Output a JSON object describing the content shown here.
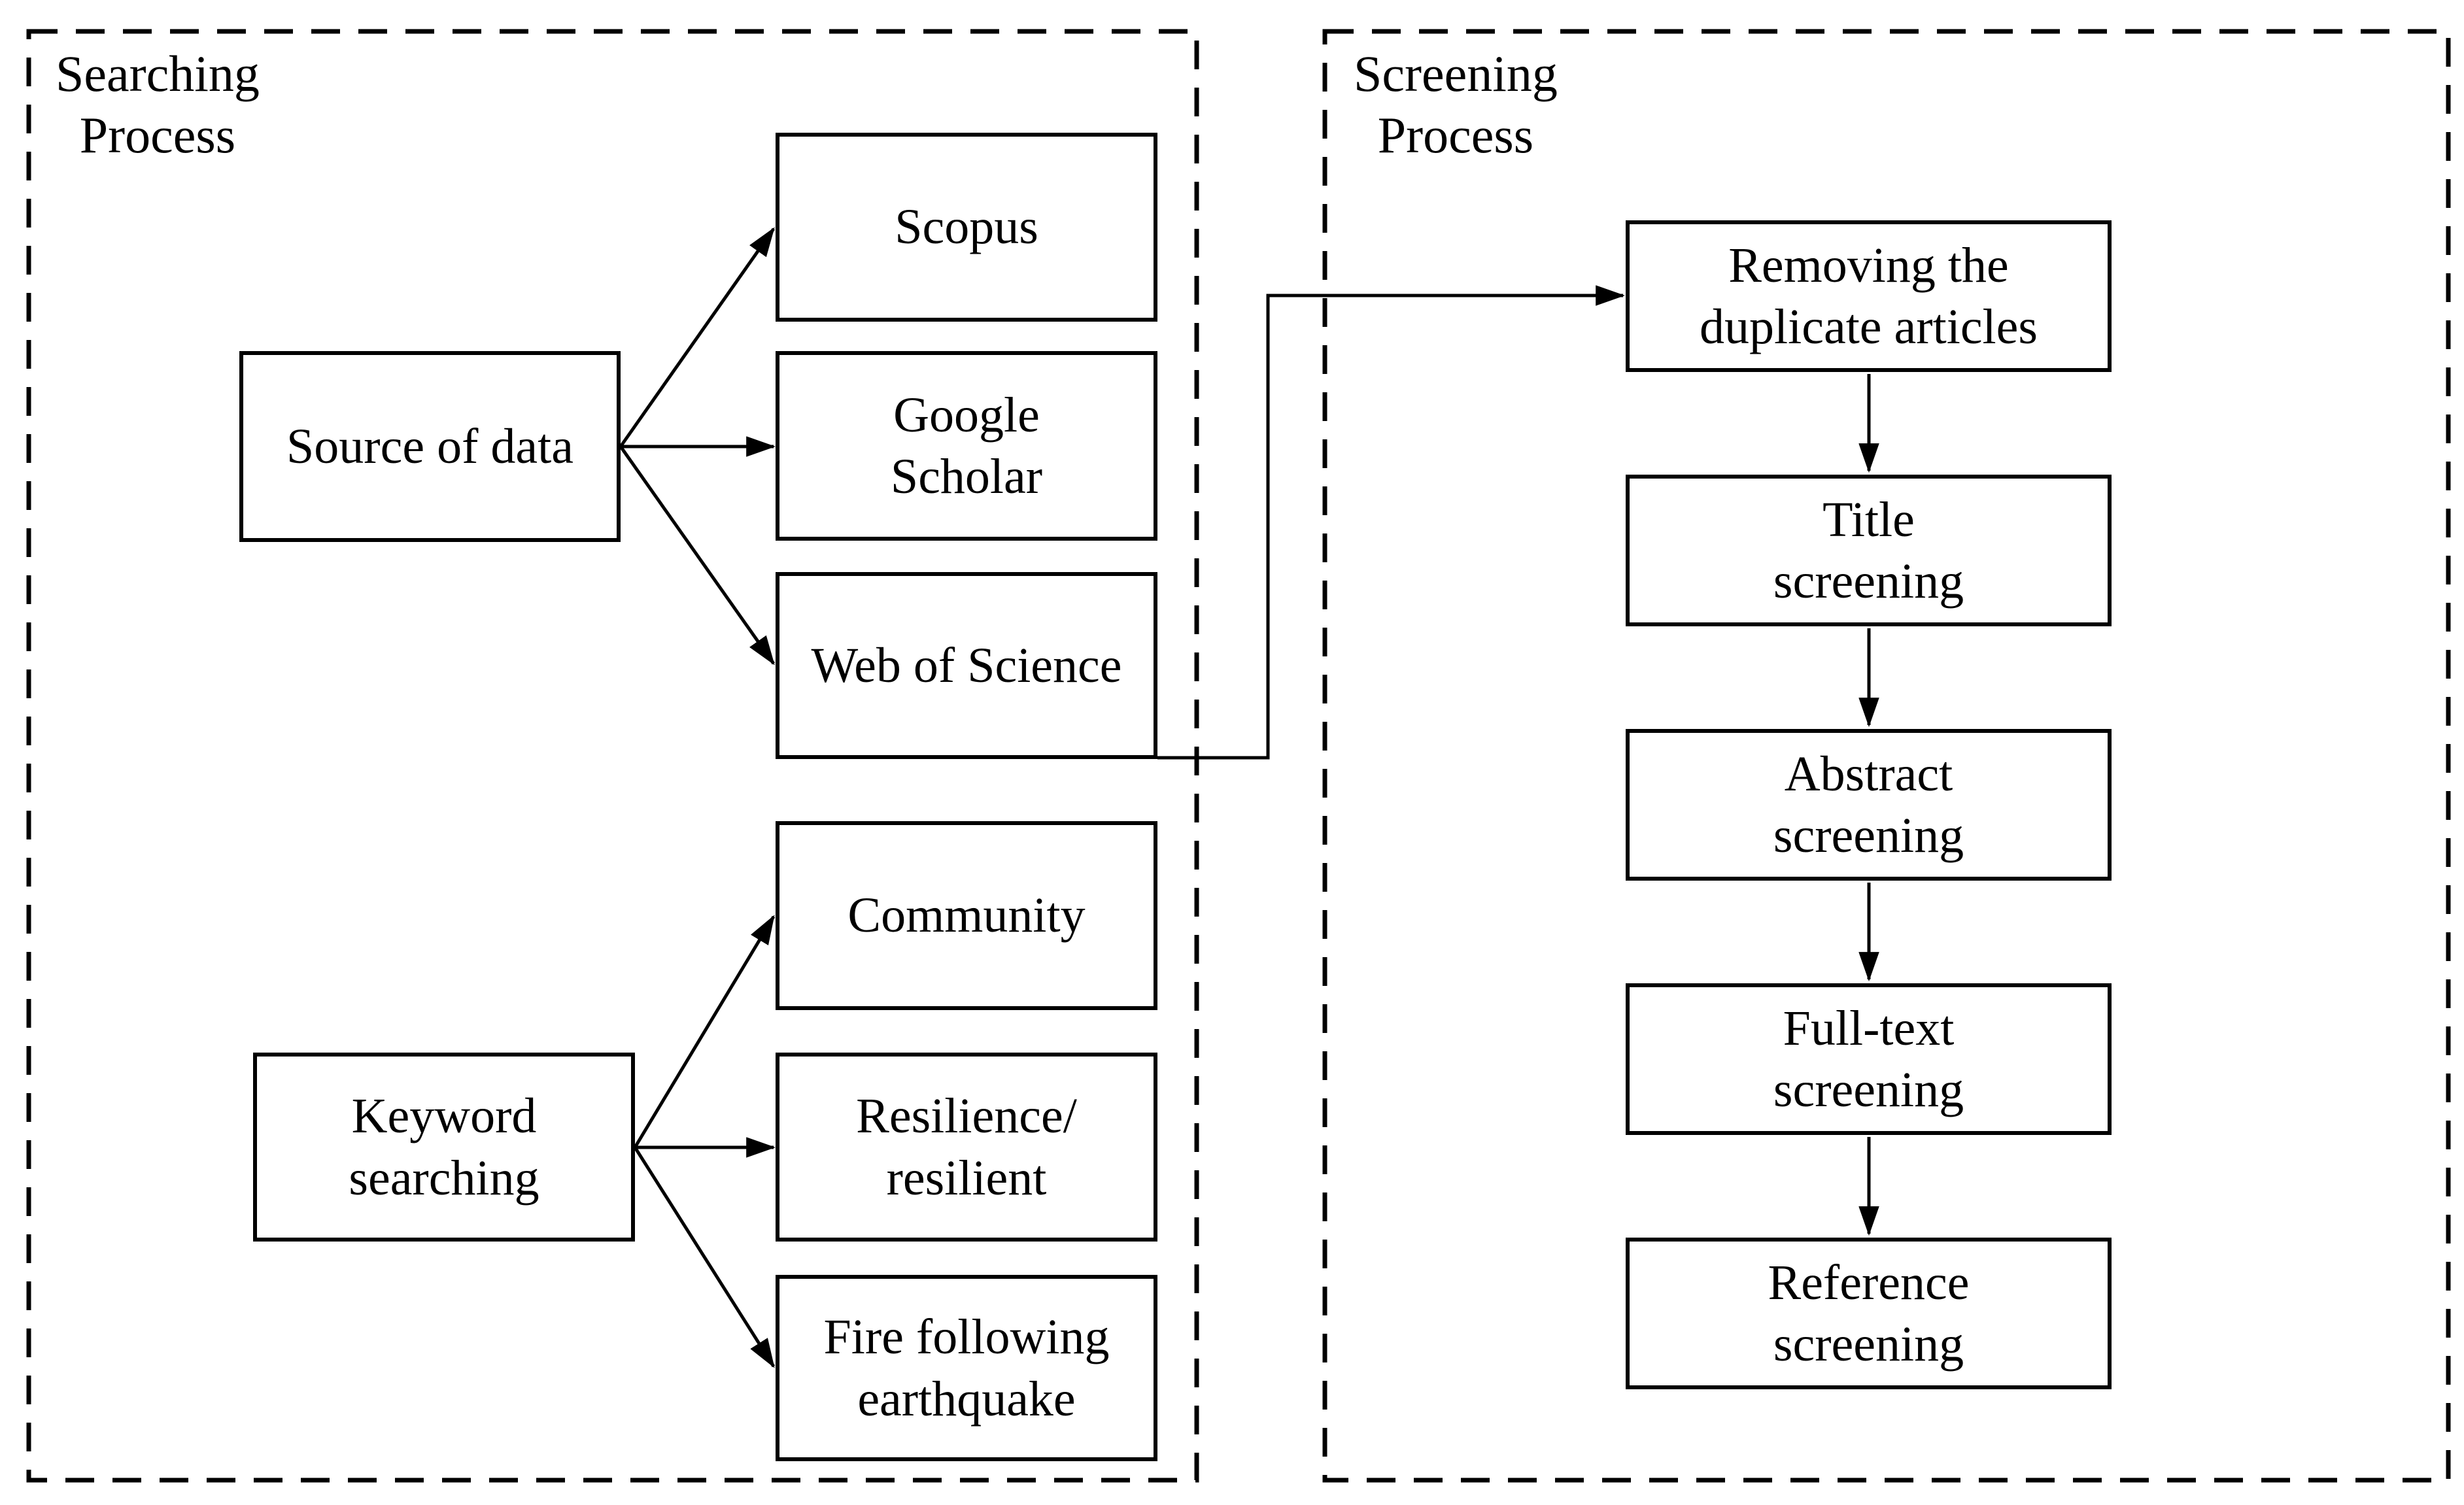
{
  "figure": {
    "type": "flow-diagram",
    "colors": {
      "stroke": "#000000",
      "background": "#ffffff",
      "text": "#000000"
    },
    "searching": {
      "title_lines": [
        "Searching",
        "Process"
      ],
      "boxes": {
        "source_of_data": {
          "lines": [
            "Source of data"
          ]
        },
        "scopus": {
          "lines": [
            "Scopus"
          ]
        },
        "google_scholar": {
          "lines": [
            "Google",
            "Scholar"
          ]
        },
        "web_of_science": {
          "lines": [
            "Web of Science"
          ]
        },
        "keyword_searching": {
          "lines": [
            "Keyword",
            "searching"
          ]
        },
        "community": {
          "lines": [
            "Community"
          ]
        },
        "resilience": {
          "lines": [
            "Resilience/",
            "resilient"
          ]
        },
        "fire_following_earthquake": {
          "lines": [
            "Fire following",
            "earthquake"
          ]
        }
      }
    },
    "screening": {
      "title_lines": [
        "Screening",
        "Process"
      ],
      "boxes": {
        "removing_duplicates": {
          "lines": [
            "Removing the",
            "duplicate articles"
          ]
        },
        "title_screening": {
          "lines": [
            "Title",
            "screening"
          ]
        },
        "abstract_screening": {
          "lines": [
            "Abstract",
            "screening"
          ]
        },
        "fulltext_screening": {
          "lines": [
            "Full-text",
            "screening"
          ]
        },
        "reference_screening": {
          "lines": [
            "Reference",
            "screening"
          ]
        }
      }
    }
  }
}
